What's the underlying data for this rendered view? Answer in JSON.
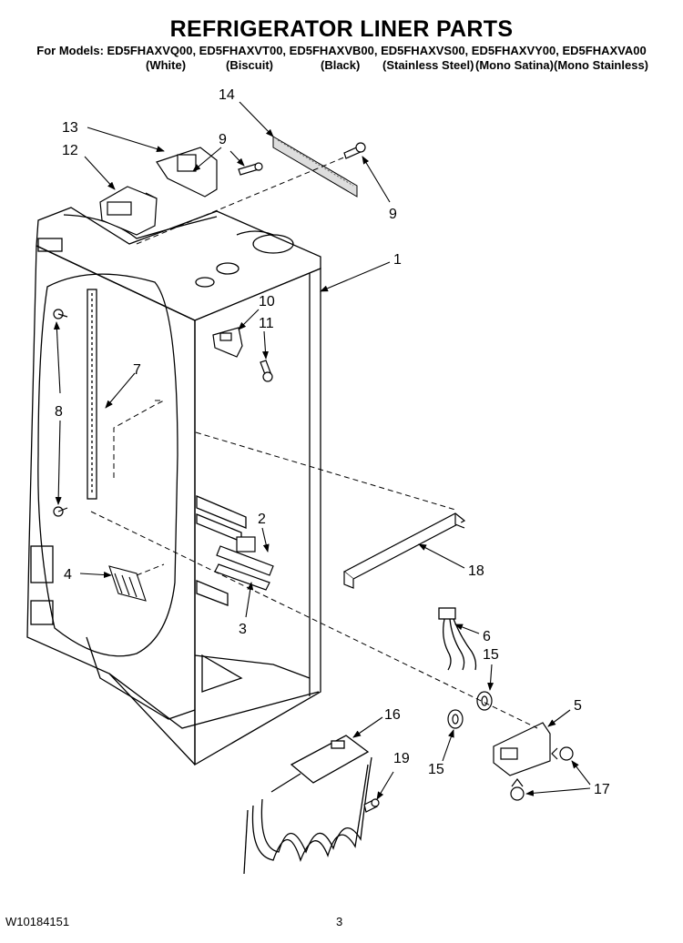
{
  "header": {
    "title": "REFRIGERATOR LINER PARTS",
    "models_line": "For Models: ED5FHAXVQ00, ED5FHAXVT00, ED5FHAXVB00, ED5FHAXVS00, ED5FHAXVY00, ED5FHAXVA00",
    "variants": [
      "(White)",
      "(Biscuit)",
      "(Black)",
      "(Stainless Steel)",
      "(Mono Satina)",
      "(Mono Stainless)"
    ]
  },
  "callouts": [
    "14",
    "13",
    "9",
    "12",
    "9",
    "1",
    "10",
    "11",
    "7",
    "8",
    "8",
    "2",
    "4",
    "18",
    "3",
    "6",
    "15",
    "5",
    "16",
    "19",
    "15",
    "17"
  ],
  "footer": {
    "doc_number": "W10184151",
    "page": "3"
  }
}
